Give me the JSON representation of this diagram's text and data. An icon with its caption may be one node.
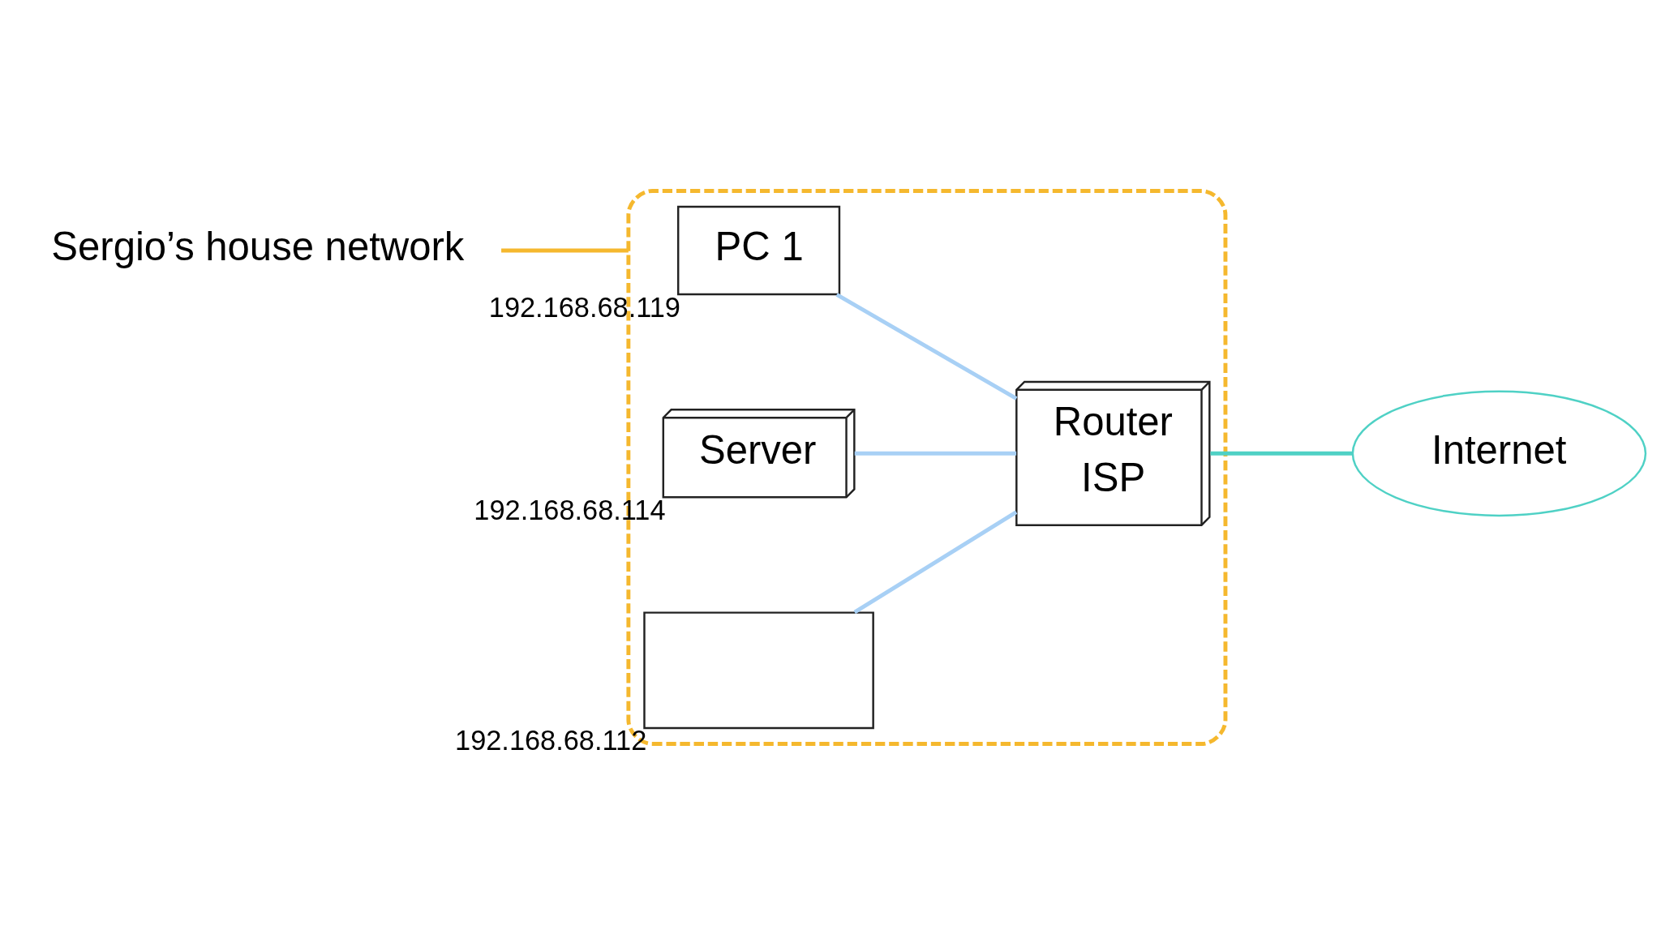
{
  "diagram": {
    "nodes": [
      {
        "text": [],
        "shape": "cloud"
      },
      {
        "text": [
          "PC 1"
        ],
        "in": 0,
        "beside": [
          "192.168.68.119"
        ]
      },
      {
        "text": [
          "Server"
        ],
        "in": 0,
        "beside": [
          "192.168.68.114"
        ]
      },
      {
        "text": [],
        "shape": "box",
        "in": 0,
        "beside": [
          "192.168.68.112"
        ]
      },
      {
        "text": [
          "Router",
          "ISP"
        ],
        "in": 0
      },
      {
        "text": [
          "Internet"
        ]
      },
      {
        "text": [
          "Sergio’s house network"
        ]
      }
    ],
    "edges": [
      {
        "from": 1,
        "to": 4,
        "arrow": "none"
      },
      {
        "from": 2,
        "to": 4,
        "arrow": "none"
      },
      {
        "from": 3,
        "to": 4,
        "arrow": "none"
      },
      {
        "from": 4,
        "to": 5,
        "arrow": "none",
        "color": "#4fd1c5"
      },
      {
        "from": 6,
        "to": 0,
        "arrow": "none",
        "color": "#f5b82e"
      }
    ]
  }
}
